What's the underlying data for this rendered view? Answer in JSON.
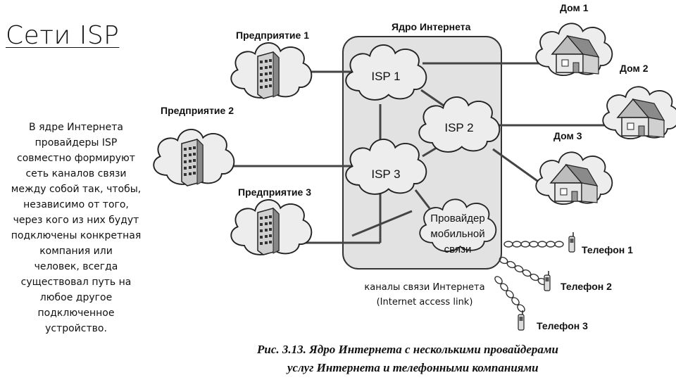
{
  "slide": {
    "title": "Сети ISP",
    "text_lines": [
      "В ядре Интернета",
      "провайдеры ISP",
      "совместно формируют",
      "сеть каналов связи",
      "между собой так, чтобы,",
      "независимо от того,",
      "через кого из них будут",
      "подключены конкретная",
      "компания или",
      "человек, всегда",
      "существовал путь на",
      "любое другое",
      "подключенное",
      "устройство."
    ]
  },
  "diagram": {
    "core_label": "Ядро Интернета",
    "enterprises": [
      "Предприятие 1",
      "Предприятие 2",
      "Предприятие 3"
    ],
    "isps": [
      "ISP 1",
      "ISP 2",
      "ISP 3"
    ],
    "mobile_provider_lines": [
      "Провайдер",
      "мобильной",
      "связи"
    ],
    "homes": [
      "Дом 1",
      "Дом 2",
      "Дом 3"
    ],
    "phones": [
      "Телефон 1",
      "Телефон 2",
      "Телефон 3"
    ],
    "link_note_lines": [
      "каналы связи Интернета",
      "(Internet access link)"
    ],
    "caption_lines": [
      "Рис. 3.13. Ядро Интернета с несколькими провайдерами",
      "услуг Интернета и телефонными компаниями"
    ]
  }
}
